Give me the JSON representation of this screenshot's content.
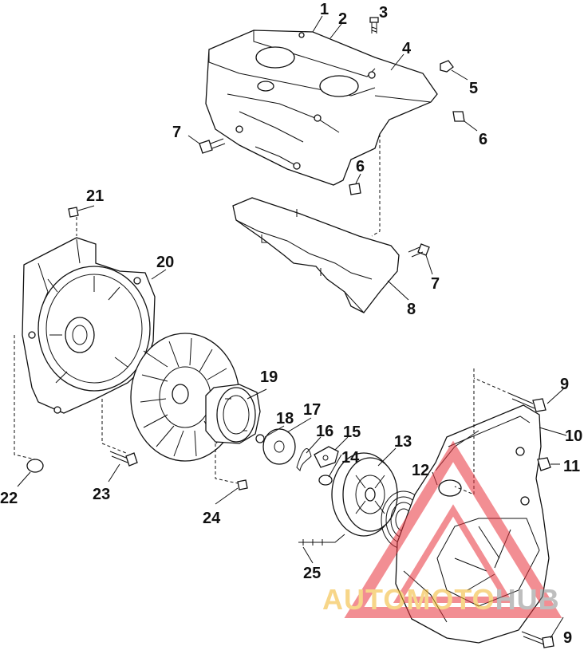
{
  "callouts": [
    {
      "id": "c1",
      "text": "1"
    },
    {
      "id": "c2",
      "text": "2"
    },
    {
      "id": "c3",
      "text": "3"
    },
    {
      "id": "c4",
      "text": "4"
    },
    {
      "id": "c5",
      "text": "5"
    },
    {
      "id": "c6a",
      "text": "6"
    },
    {
      "id": "c6b",
      "text": "6"
    },
    {
      "id": "c7a",
      "text": "7"
    },
    {
      "id": "c7b",
      "text": "7"
    },
    {
      "id": "c8",
      "text": "8"
    },
    {
      "id": "c9a",
      "text": "9"
    },
    {
      "id": "c9b",
      "text": "9"
    },
    {
      "id": "c10",
      "text": "10"
    },
    {
      "id": "c11",
      "text": "11"
    },
    {
      "id": "c12",
      "text": "12"
    },
    {
      "id": "c13",
      "text": "13"
    },
    {
      "id": "c14",
      "text": "14"
    },
    {
      "id": "c15",
      "text": "15"
    },
    {
      "id": "c16",
      "text": "16"
    },
    {
      "id": "c17",
      "text": "17"
    },
    {
      "id": "c18",
      "text": "18"
    },
    {
      "id": "c19",
      "text": "19"
    },
    {
      "id": "c20",
      "text": "20"
    },
    {
      "id": "c21",
      "text": "21"
    },
    {
      "id": "c22",
      "text": "22"
    },
    {
      "id": "c23",
      "text": "23"
    },
    {
      "id": "c24",
      "text": "24"
    },
    {
      "id": "c25",
      "text": "25"
    }
  ],
  "watermark": {
    "text_part1": "AUTOMOTO",
    "text_part2": "HUB",
    "color_yellow": "#f2b52a",
    "color_red": "#e8323c",
    "color_grey": "#8a8a8a"
  }
}
